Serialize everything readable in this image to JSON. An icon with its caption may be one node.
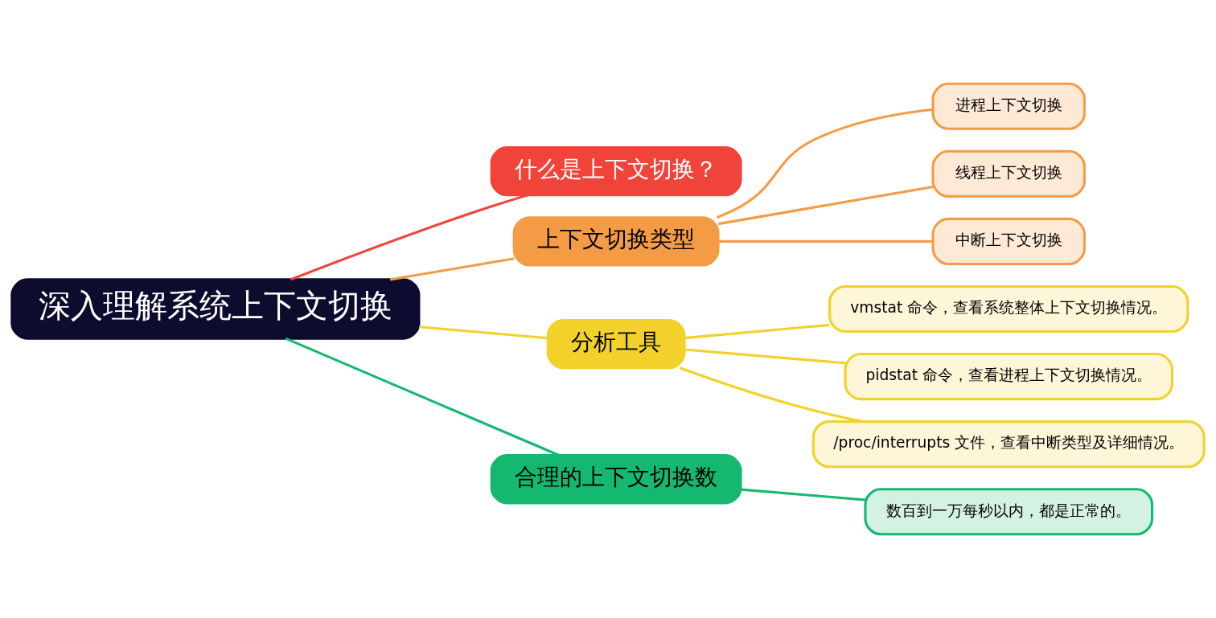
{
  "diagram": {
    "nodes": [
      {
        "text": [
          "深入理解系统上下文切换"
        ]
      },
      {
        "text": [
          "什么是上下文切换？"
        ]
      },
      {
        "text": [
          "上下文切换类型"
        ]
      },
      {
        "text": [
          "进程上下文切换"
        ]
      },
      {
        "text": [
          "线程上下文切换"
        ]
      },
      {
        "text": [
          "中断上下文切换"
        ]
      },
      {
        "text": [
          "分析工具"
        ]
      },
      {
        "text": [
          "vmstat 命令，查看系统整体上下文切换情况。"
        ]
      },
      {
        "text": [
          "pidstat 命令，查看进程上下文切换情况。"
        ]
      },
      {
        "text": [
          "/proc/interrupts 文件，查看中断类型及详细情况。"
        ]
      },
      {
        "text": [
          "合理的上下文切换数"
        ]
      },
      {
        "text": [
          "数百到一万每秒以内，都是正常的。"
        ]
      }
    ],
    "edges": [
      {
        "from": 0,
        "to": 1,
        "arrow": "none",
        "color": "#f0443a"
      },
      {
        "from": 0,
        "to": 2,
        "arrow": "none",
        "color": "#f39c45"
      },
      {
        "from": 2,
        "to": 3,
        "arrow": "none",
        "color": "#f39c45"
      },
      {
        "from": 2,
        "to": 4,
        "arrow": "none",
        "color": "#f39c45"
      },
      {
        "from": 2,
        "to": 5,
        "arrow": "none",
        "color": "#f39c45"
      },
      {
        "from": 0,
        "to": 6,
        "arrow": "none",
        "color": "#f2d12a"
      },
      {
        "from": 6,
        "to": 7,
        "arrow": "none",
        "color": "#f2d12a"
      },
      {
        "from": 6,
        "to": 8,
        "arrow": "none",
        "color": "#f2d12a"
      },
      {
        "from": 6,
        "to": 9,
        "arrow": "none",
        "color": "#f2d12a"
      },
      {
        "from": 0,
        "to": 10,
        "arrow": "none",
        "color": "#14b86e"
      },
      {
        "from": 10,
        "to": 11,
        "arrow": "none",
        "color": "#14b86e"
      }
    ]
  }
}
